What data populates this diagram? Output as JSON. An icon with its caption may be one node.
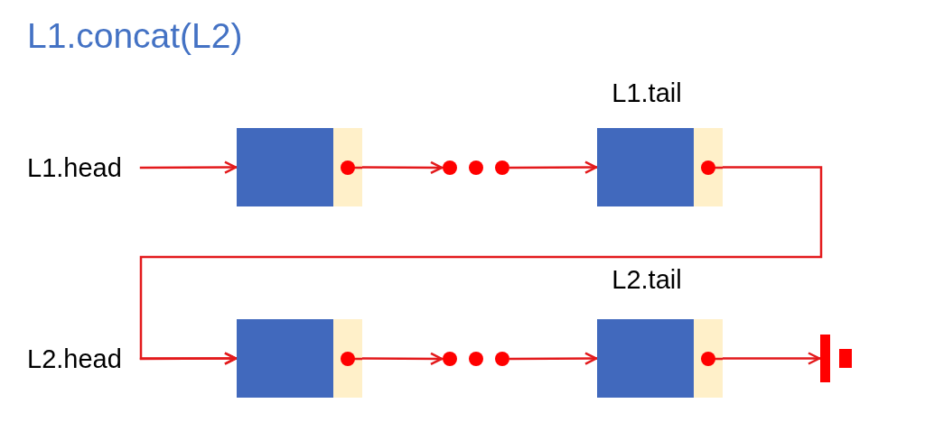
{
  "diagram": {
    "title": "L1.concat(L2)",
    "nodes": [
      {
        "text": [
          "L1.head"
        ]
      },
      {
        "text": [],
        "shape": "box"
      },
      {
        "text": [],
        "shape": "dots"
      },
      {
        "text": [],
        "shape": "box",
        "beside": [
          "L1.tail"
        ]
      },
      {
        "text": [
          "L2.head"
        ]
      },
      {
        "text": [],
        "shape": "box"
      },
      {
        "text": [],
        "shape": "dots"
      },
      {
        "text": [],
        "shape": "box",
        "beside": [
          "L2.tail"
        ]
      },
      {
        "text": [],
        "shape": "bar"
      }
    ],
    "edges": [
      {
        "from": 0,
        "to": 1,
        "arrow": "to"
      },
      {
        "from": 1,
        "to": 2,
        "arrow": "to"
      },
      {
        "from": 2,
        "to": 3,
        "arrow": "to"
      },
      {
        "from": 3,
        "to": 5,
        "arrow": "to"
      },
      {
        "from": 4,
        "to": 5,
        "arrow": "to"
      },
      {
        "from": 5,
        "to": 6,
        "arrow": "to"
      },
      {
        "from": 6,
        "to": 7,
        "arrow": "to"
      },
      {
        "from": 7,
        "to": 8,
        "arrow": "to"
      }
    ]
  }
}
